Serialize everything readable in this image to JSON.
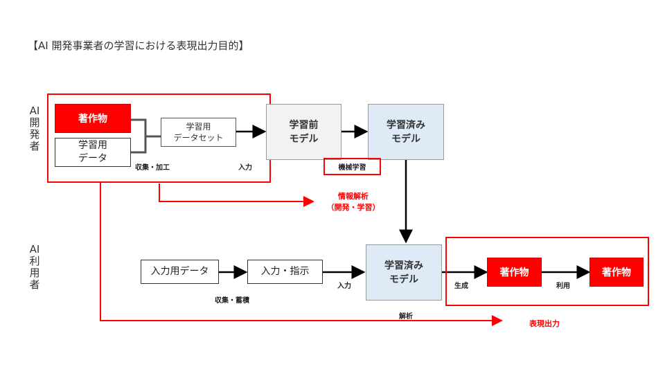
{
  "title": "【AI 開発事業者の学習における表現出力目的】",
  "side_labels": {
    "developer": "AI開発者",
    "user": "AI利用者"
  },
  "dev": {
    "copyright_work": "著作物",
    "training_data": "学習用\nデータ",
    "dataset": "学習用\nデータセット",
    "collect_process": "収集・加工",
    "input1": "入力",
    "pre_model": "学習前\nモデル",
    "trained_model": "学習済み\nモデル",
    "machine_learning": "機械学習",
    "info_analysis": "情報解析\n（開発・学習）"
  },
  "user": {
    "input_data": "入力用データ",
    "input_instruction": "入力・指示",
    "collect_store": "収集・蓄積",
    "input2": "入力",
    "trained_model": "学習済み\nモデル",
    "analysis": "解析",
    "generate": "生成",
    "output_work": "著作物",
    "use": "利用",
    "final_work": "著作物",
    "expression_output": "表現出力"
  },
  "colors": {
    "red": "#ff0000",
    "gray_box": "#f2f2f2",
    "blue_box": "#deebf7"
  }
}
